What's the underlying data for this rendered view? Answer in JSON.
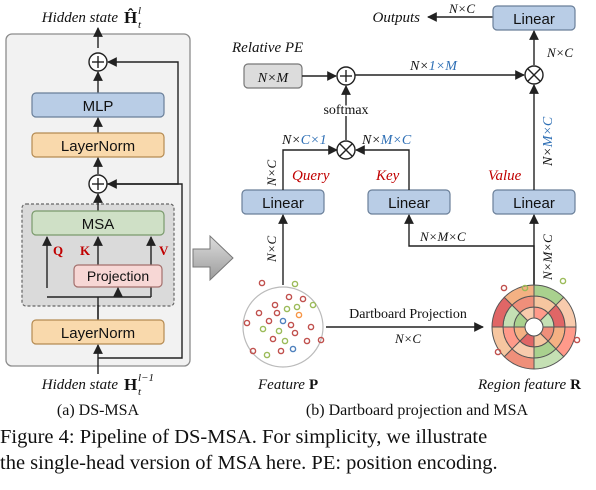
{
  "left_panel": {
    "output_label_prefix": "Hidden state",
    "output_label_symbol": "Ĥ",
    "output_label_sub": "t",
    "output_label_sup": "l",
    "mlp": "MLP",
    "layernorm_top": "LayerNorm",
    "msa": "MSA",
    "q": "Q",
    "k": "K",
    "v": "V",
    "projection": "Projection",
    "layernorm_bottom": "LayerNorm",
    "input_label_prefix": "Hidden state",
    "input_label_symbol": "H",
    "input_label_sub": "t",
    "input_label_sup": "l−1",
    "plus": "+",
    "subcaption": "(a) DS-MSA"
  },
  "right_panel": {
    "outputs": "Outputs",
    "outputs_dim": "N×C",
    "linear_out": "Linear",
    "out_dim_right": "N×C",
    "relative_pe": "Relative PE",
    "pe_box": "N×M",
    "pe_dim_a": "N×",
    "pe_dim_b": "1×M",
    "softmax": "softmax",
    "qk_dim_left_a": "N×",
    "qk_dim_left_b": "C×1",
    "qk_dim_right_a": "N×",
    "qk_dim_right_b": "M×C",
    "value_dim_a": "N×",
    "value_dim_b": "M×C",
    "query": "Query",
    "key": "Key",
    "value": "Value",
    "query_dim": "N×C",
    "linear": "Linear",
    "feature_dim": "N×C",
    "key_in_dim": "N×M×C",
    "value_in_dim": "N×M×C",
    "dartboard": "Dartboard Projection",
    "dartboard_dim": "N×C",
    "feature_p": "Feature",
    "feature_p_bold": "P",
    "region_feature": "Region feature",
    "region_feature_bold": "R",
    "subcaption": "(b) Dartboard projection and MSA"
  },
  "colors": {
    "linear_fill": "#b9cde6",
    "layernorm_fill": "#f9d9ac",
    "msa_fill": "#cfe0c6",
    "projection_fill": "#f7d7d5",
    "panel_fill": "#f2f2f2",
    "dashed_fill": "#dadada",
    "pe_fill": "#dcdcdc",
    "accent_red": "#c00000",
    "accent_blue": "#2e6fb5"
  },
  "caption": {
    "line1": "Figure 4: Pipeline of DS-MSA. For simplicity, we illustrate",
    "line2": "the single-head version of MSA here. PE: position encoding."
  }
}
